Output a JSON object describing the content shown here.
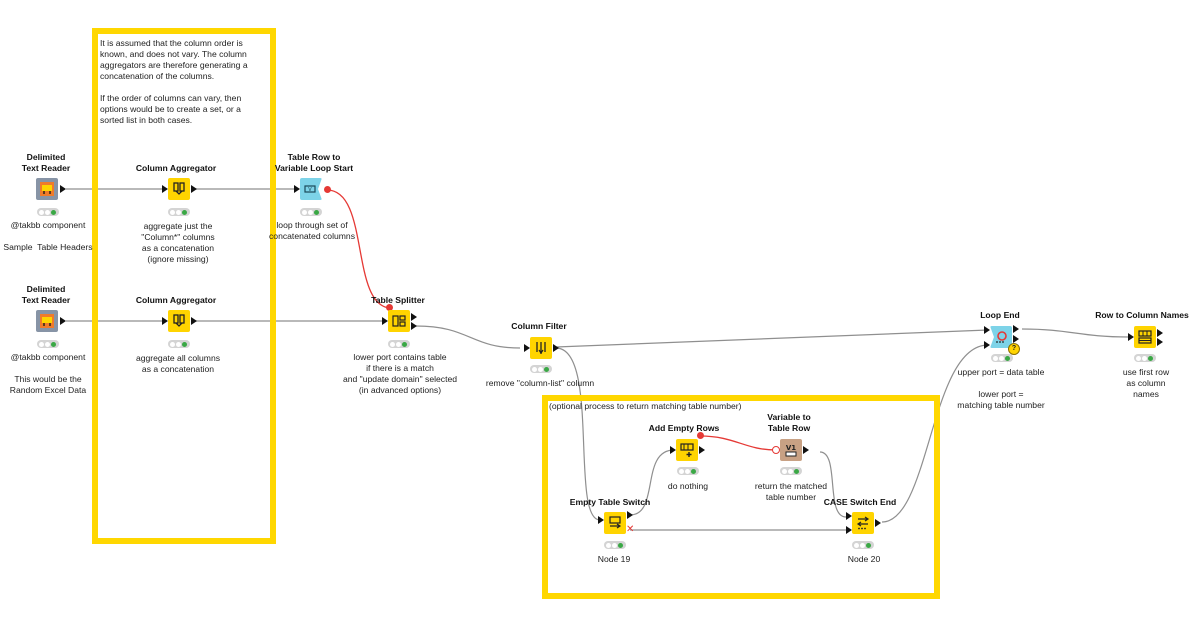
{
  "annotations": {
    "column_order_note": "It is assumed that the column order is\nknown, and does not vary. The column\naggregators are therefore generating a\nconcatenation of the columns.\n\nIf the order of columns can vary, then\noptions would be to create a set, or a\nsorted list in both cases.",
    "optional_process_note": "(optional process to return matching table number)"
  },
  "nodes": {
    "reader1": {
      "title": "Delimited\nText Reader",
      "desc": "@takbb component\n\nSample  Table Headers",
      "icon": "component-icon"
    },
    "reader2": {
      "title": "Delimited\nText Reader",
      "desc": "@takbb component\n\nThis would be the\nRandom Excel Data",
      "icon": "component-icon"
    },
    "agg1": {
      "title": "Column Aggregator",
      "desc": "aggregate just the\n\"Column*\" columns\nas a concatenation\n(ignore missing)",
      "icon": "aggregator-icon"
    },
    "agg2": {
      "title": "Column Aggregator",
      "desc": "aggregate all columns\nas a concatenation",
      "icon": "aggregator-icon"
    },
    "loopstart": {
      "title": "Table Row to\nVariable Loop Start",
      "desc": "loop through set of\nconcatenated columns",
      "icon": "loop-start-icon"
    },
    "splitter": {
      "title": "Table Splitter",
      "desc": "lower port contains table\nif there is a match\nand \"update domain\" selected\n(in advanced options)",
      "icon": "splitter-icon"
    },
    "colfilter": {
      "title": "Column Filter",
      "desc": "remove \"column-list\" column",
      "icon": "filter-icon"
    },
    "emptyswitch": {
      "title": "Empty Table Switch",
      "desc": "Node 19",
      "icon": "switch-icon"
    },
    "addempty": {
      "title": "Add Empty Rows",
      "desc": "do nothing",
      "icon": "add-rows-icon"
    },
    "var2row": {
      "title": "Variable to\nTable Row",
      "desc": "return the matched\ntable number",
      "icon": "variable-icon"
    },
    "caseend": {
      "title": "CASE Switch End",
      "desc": "Node 20",
      "icon": "case-end-icon"
    },
    "loopend": {
      "title": "Loop End",
      "desc": "upper port = data table\n\nlower port =\nmatching table number",
      "icon": "loop-end-icon"
    },
    "rowtocol": {
      "title": "Row to Column Names",
      "desc": "use first row\nas column\nnames",
      "icon": "row-to-col-icon"
    }
  },
  "colors": {
    "annotation_border": "#ffd700",
    "node_yellow": "#ffd400",
    "flow_variable": "#e53935",
    "status_green": "#3aa845",
    "connection": "#8a8a8a"
  }
}
